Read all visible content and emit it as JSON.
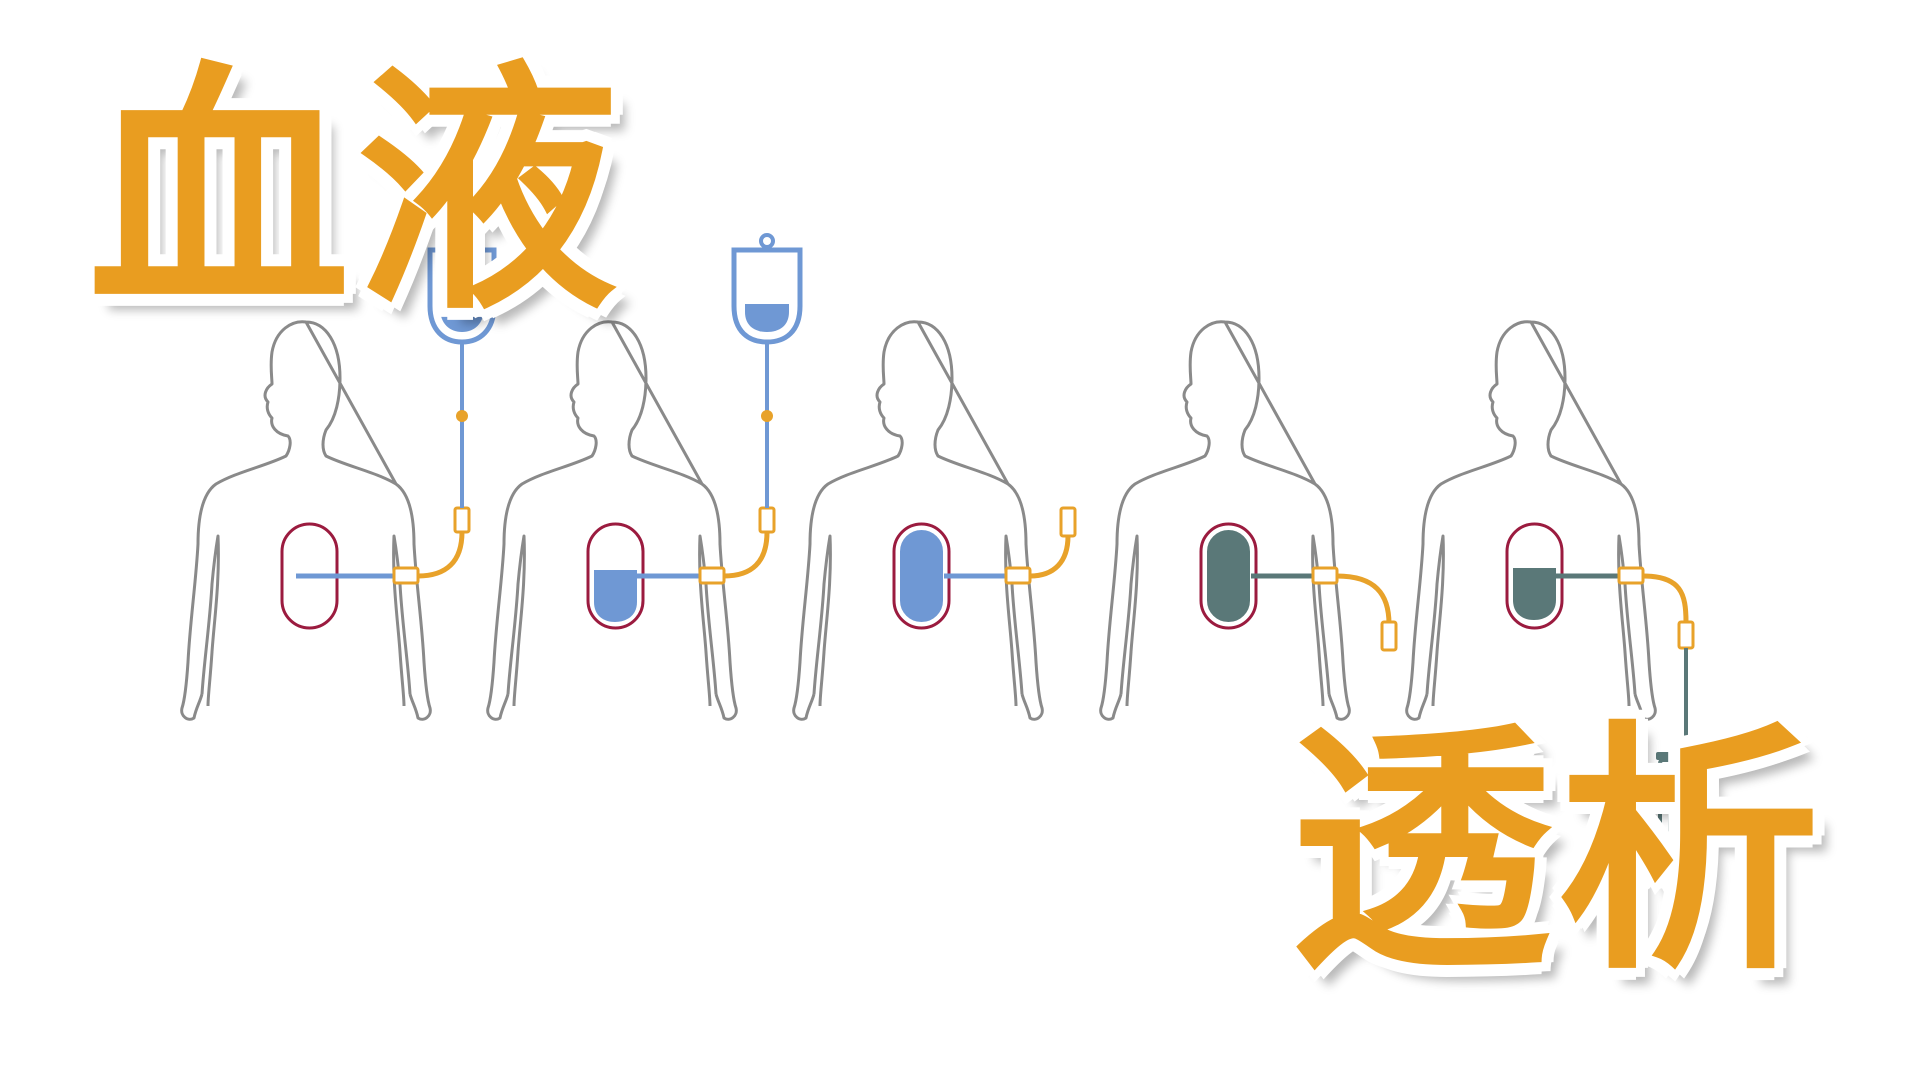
{
  "title": {
    "line1": "血液",
    "line2": "透析"
  },
  "colors": {
    "title_fill": "#e99d20",
    "title_outline": "#ffffff",
    "body_outline": "#8a8a8a",
    "capsule_outline": "#9b1b3f",
    "fresh_fluid": "#6f98d4",
    "used_fluid": "#5a7878",
    "connector": "#e8a22a"
  },
  "diagram": {
    "figures": [
      {
        "step": 1,
        "capsule_fill": "empty",
        "bag": "fresh-full",
        "tube": "blue"
      },
      {
        "step": 2,
        "capsule_fill": "half-fresh",
        "bag": "fresh-partial",
        "tube": "blue"
      },
      {
        "step": 3,
        "capsule_fill": "full-fresh",
        "bag": "none",
        "tube": "capped"
      },
      {
        "step": 4,
        "capsule_fill": "full-used",
        "bag": "none",
        "tube": "capped"
      },
      {
        "step": 5,
        "capsule_fill": "half-used",
        "bag": "drain",
        "tube": "teal"
      }
    ]
  }
}
